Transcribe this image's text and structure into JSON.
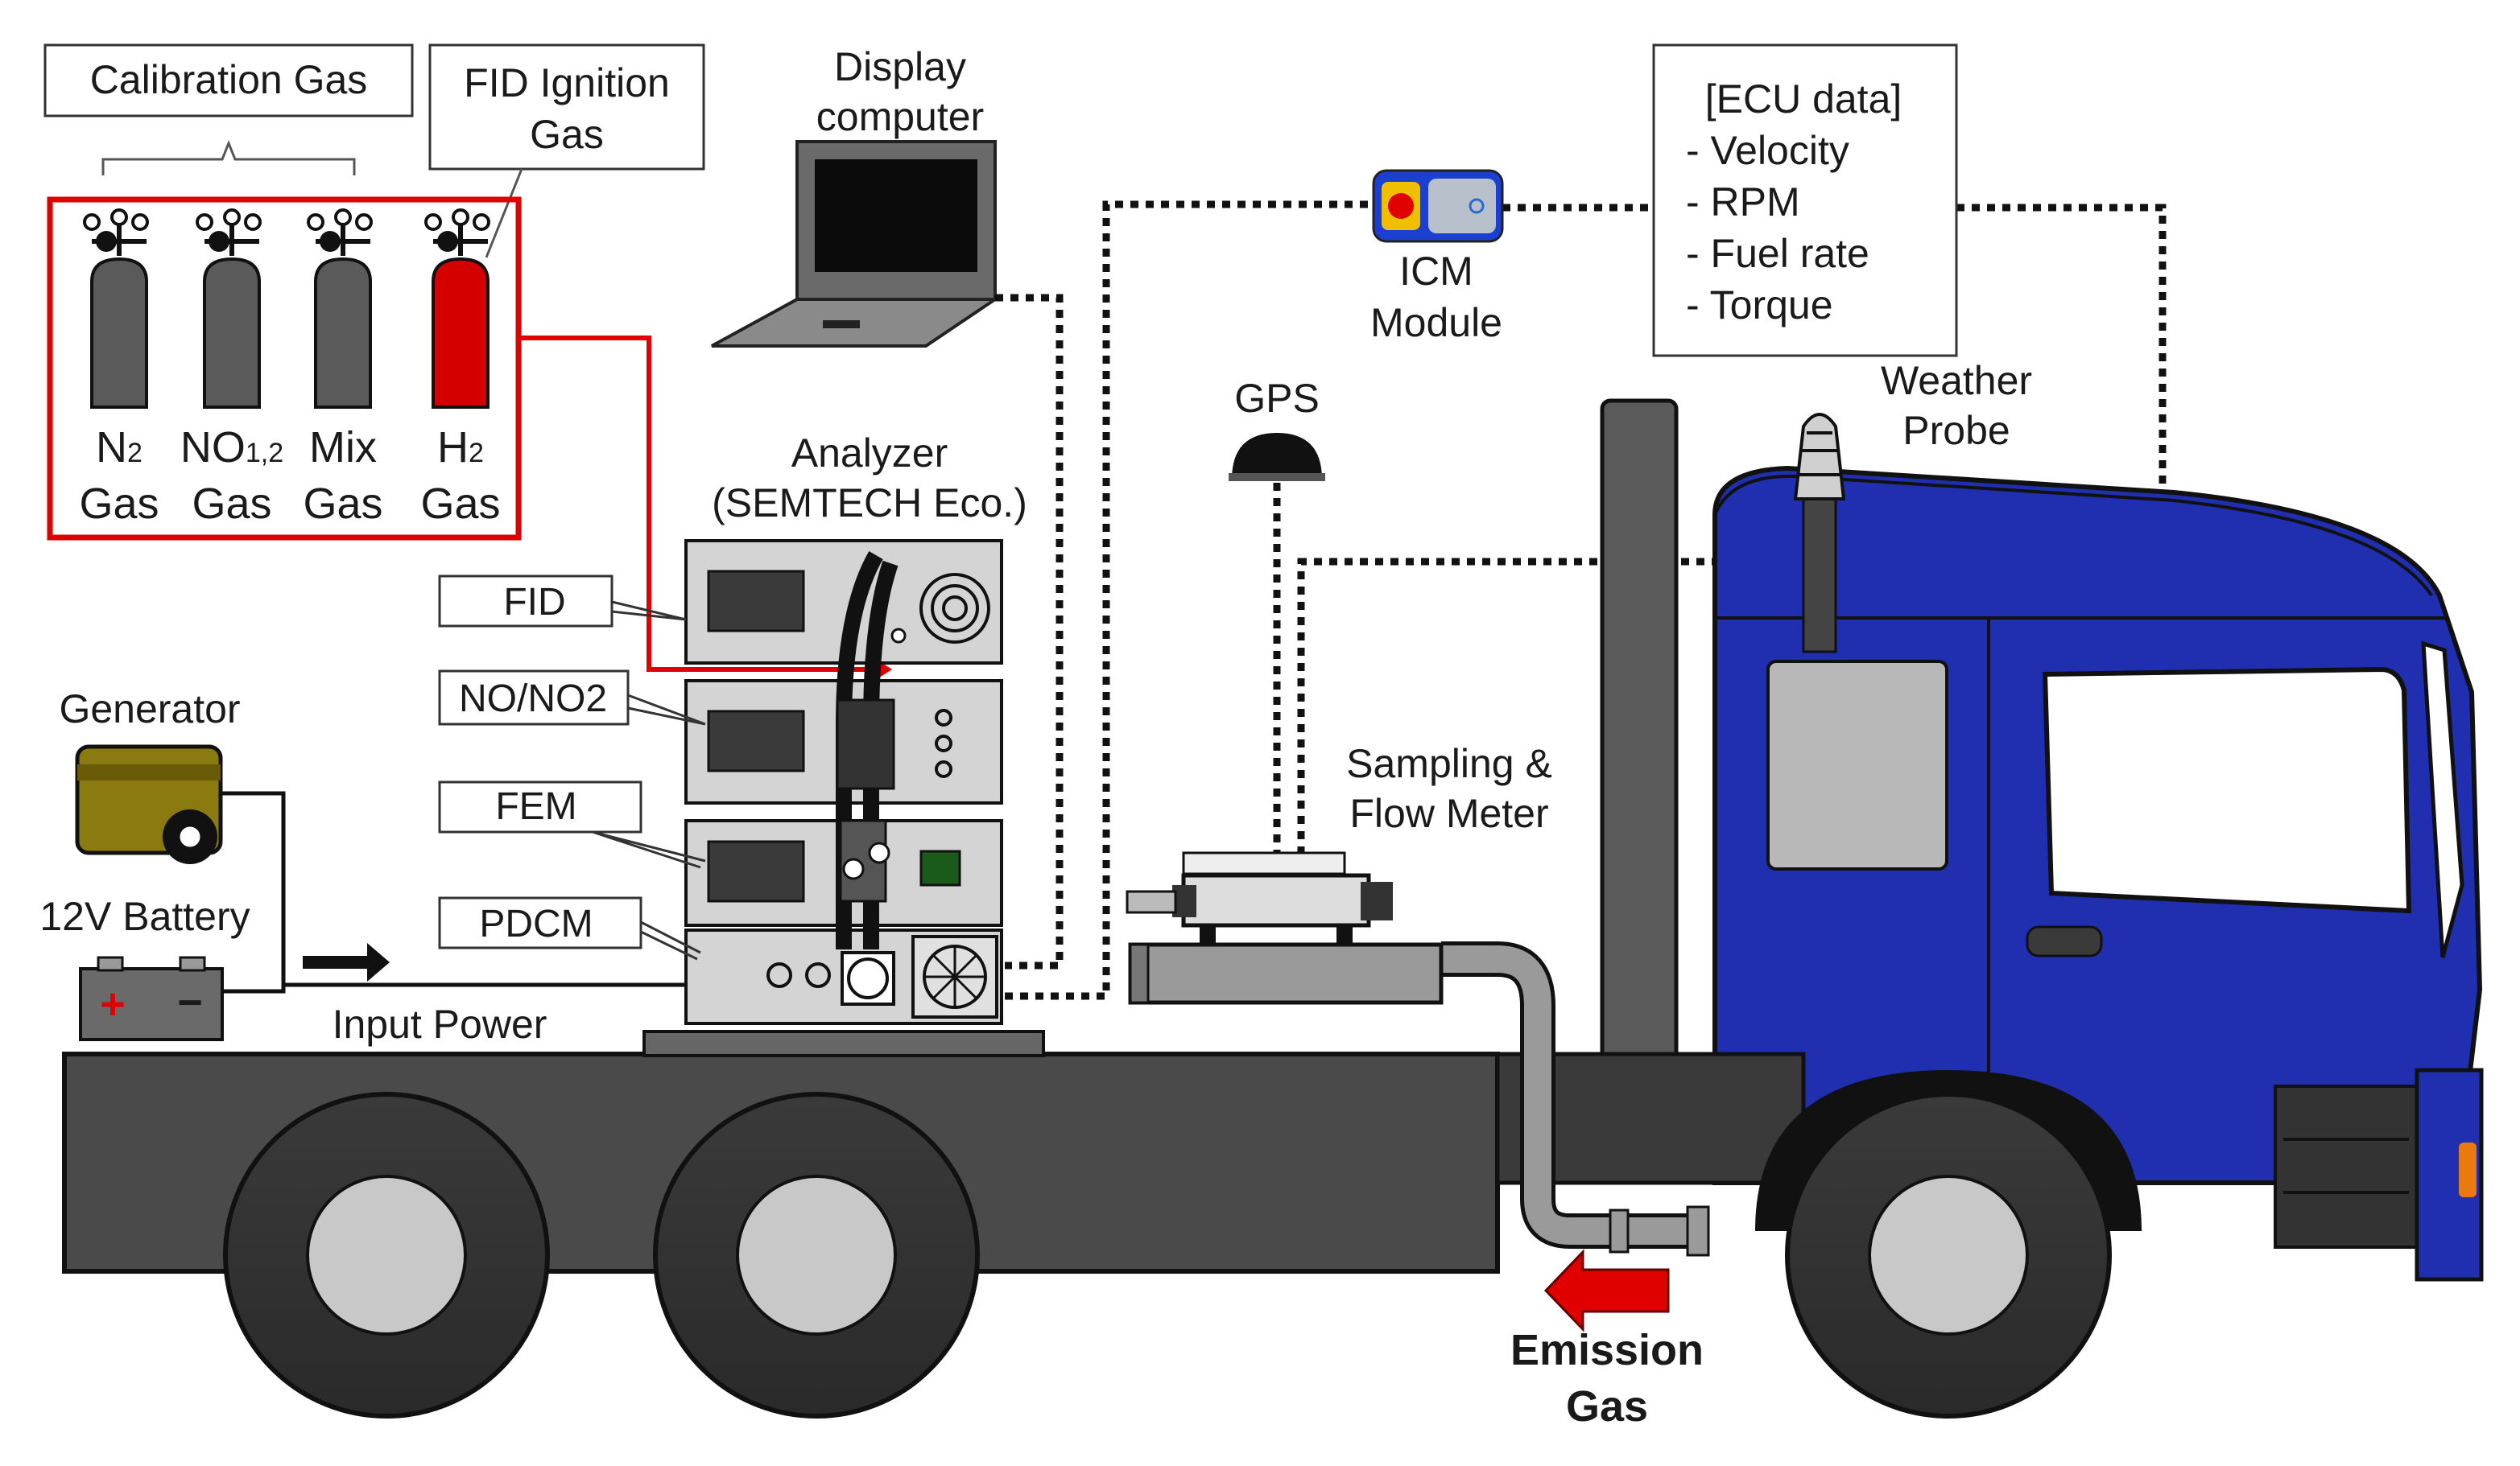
{
  "labels": {
    "calibration_gas": "Calibration Gas",
    "fid_ignition_line1": "FID Ignition",
    "fid_ignition_line2": "Gas",
    "display_line1": "Display",
    "display_line2": "computer",
    "ecu_header": "[ECU data]",
    "ecu_items": [
      "- Velocity",
      "- RPM",
      "- Fuel rate",
      "- Torque"
    ],
    "icm_line1": "ICM",
    "icm_line2": "Module",
    "gps": "GPS",
    "weather_line1": "Weather",
    "weather_line2": "Probe",
    "analyzer_line1": "Analyzer",
    "analyzer_line2": "(SEMTECH Eco.)",
    "fid": "FID",
    "no_no2": "NO/NO2",
    "fem": "FEM",
    "pdcm": "PDCM",
    "generator": "Generator",
    "battery": "12V Battery",
    "input_power": "Input Power",
    "sampling_line1": "Sampling &",
    "sampling_line2": "Flow Meter",
    "emission_line1": "Emission",
    "emission_line2": "Gas",
    "battery_plus": "+",
    "battery_minus": "−"
  },
  "cylinders": [
    {
      "formula_main": "N",
      "formula_sub": "2",
      "word": "Gas",
      "color": "#5a5a5a"
    },
    {
      "formula_main": "NO",
      "formula_sub": "1,2",
      "word": "Gas",
      "color": "#5a5a5a"
    },
    {
      "formula_main": "Mix",
      "formula_sub": "",
      "word": "Gas",
      "color": "#5a5a5a"
    },
    {
      "formula_main": "H",
      "formula_sub": "2",
      "word": "Gas",
      "color": "#d40000"
    }
  ],
  "colors": {
    "truck_cab": "#1f2fb0",
    "red_frame": "#e00000",
    "chassis": "#4a4a4a",
    "analyzer": "#d4d4d4",
    "generator": "#8a7a10",
    "emission_arrow": "#e00000"
  }
}
